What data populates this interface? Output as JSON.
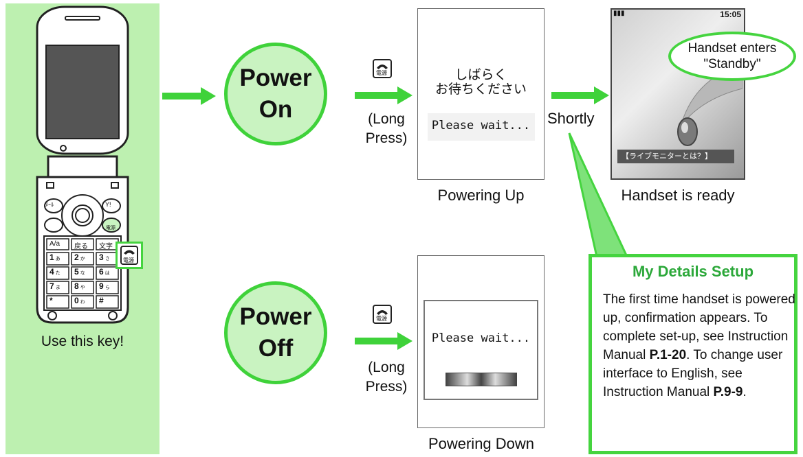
{
  "power_on": {
    "label_line1": "Power",
    "label_line2": "On"
  },
  "power_off": {
    "label_line1": "Power",
    "label_line2": "Off"
  },
  "key_icon_label": "電源",
  "long_press": {
    "line1": "(Long",
    "line2": "Press)"
  },
  "powering_up_screen": {
    "jp_line1": "しばらく",
    "jp_line2": "お待ちください",
    "en": "Please wait...",
    "caption": "Powering Up"
  },
  "shortly_label": "Shortly",
  "standby_screen": {
    "time": "15:05",
    "bottom_bar": "【ライブモニターとは？】",
    "caption": "Handset is ready",
    "bubble_line1": "Handset enters",
    "bubble_line2": "\"Standby\""
  },
  "powering_down_screen": {
    "en": "Please wait...",
    "caption": "Powering Down"
  },
  "phone": {
    "caption": "Use this key!",
    "mail_key": "ﾒｰﾙ",
    "yahoo_key": "Y!",
    "small_power_label": "電源",
    "aa_key": "A/a",
    "back_key": "戻る",
    "char_key": "文字",
    "keypad": [
      {
        "d": "1",
        "s": "あ"
      },
      {
        "d": "2",
        "s": "か"
      },
      {
        "d": "3",
        "s": "さ"
      },
      {
        "d": "4",
        "s": "た"
      },
      {
        "d": "5",
        "s": "な"
      },
      {
        "d": "6",
        "s": "は"
      },
      {
        "d": "7",
        "s": "ま"
      },
      {
        "d": "8",
        "s": "や"
      },
      {
        "d": "9",
        "s": "ら"
      },
      {
        "d": "*",
        "s": ""
      },
      {
        "d": "0",
        "s": "わ"
      },
      {
        "d": "#",
        "s": ""
      }
    ]
  },
  "details": {
    "title": "My Details Setup",
    "text1": "The first time handset is powered up, confirmation appears. To complete set-up, see Instruction Manual ",
    "ref1": "P.1-20",
    "text2": ". To change user interface to English, see Instruction Manual ",
    "ref2": "P.9-9",
    "text3": "."
  },
  "colors": {
    "accent_green": "#3fd23a",
    "panel_green": "#bdf0b0",
    "title_green": "#2ca83a"
  }
}
